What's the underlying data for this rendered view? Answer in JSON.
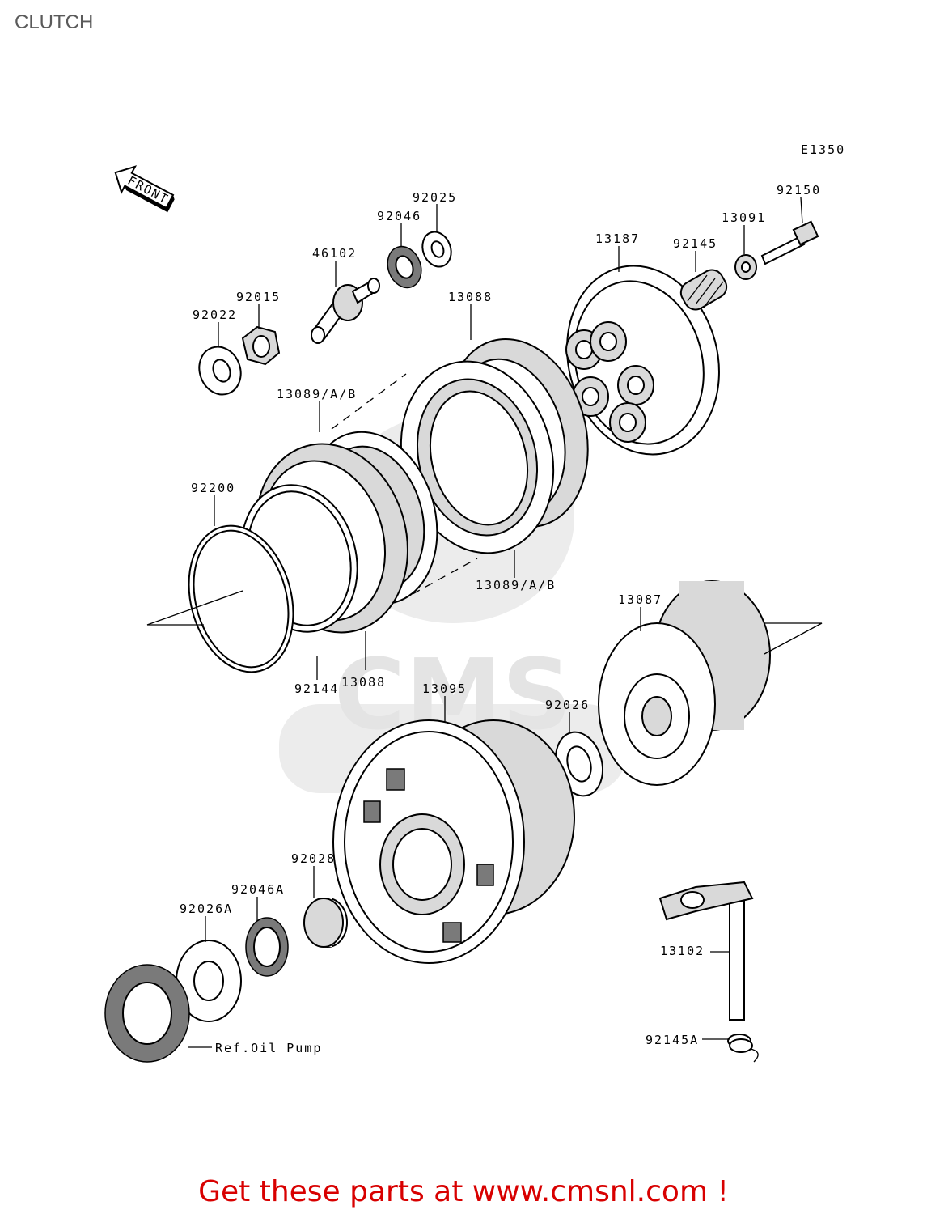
{
  "page_title": "CLUTCH",
  "diagram_code": "E1350",
  "front_label": "FRONT",
  "parts": {
    "p92025": "92025",
    "p92046": "92046",
    "p92150": "92150",
    "p13091": "13091",
    "p46102": "46102",
    "p13187": "13187",
    "p92145": "92145",
    "p92015": "92015",
    "p92022": "92022",
    "p13088_top": "13088",
    "p13089_top": "13089/A/B",
    "p92200": "92200",
    "p13089_bottom": "13089/A/B",
    "p13087": "13087",
    "p92144": "92144",
    "p13088_bottom": "13088",
    "p13095": "13095",
    "p92026": "92026",
    "p92028": "92028",
    "p92046A": "92046A",
    "p92026A": "92026A",
    "p13102": "13102",
    "p92145A": "92145A",
    "ref_oil_pump": "Ref.Oil Pump"
  },
  "watermark": "CMS",
  "footer_text": "Get these parts at www.cmsnl.com !",
  "colors": {
    "footer": "#d80000",
    "title": "#5a5a5a",
    "watermark": "#ececec"
  },
  "icons": [
    "front-arrow-icon"
  ]
}
